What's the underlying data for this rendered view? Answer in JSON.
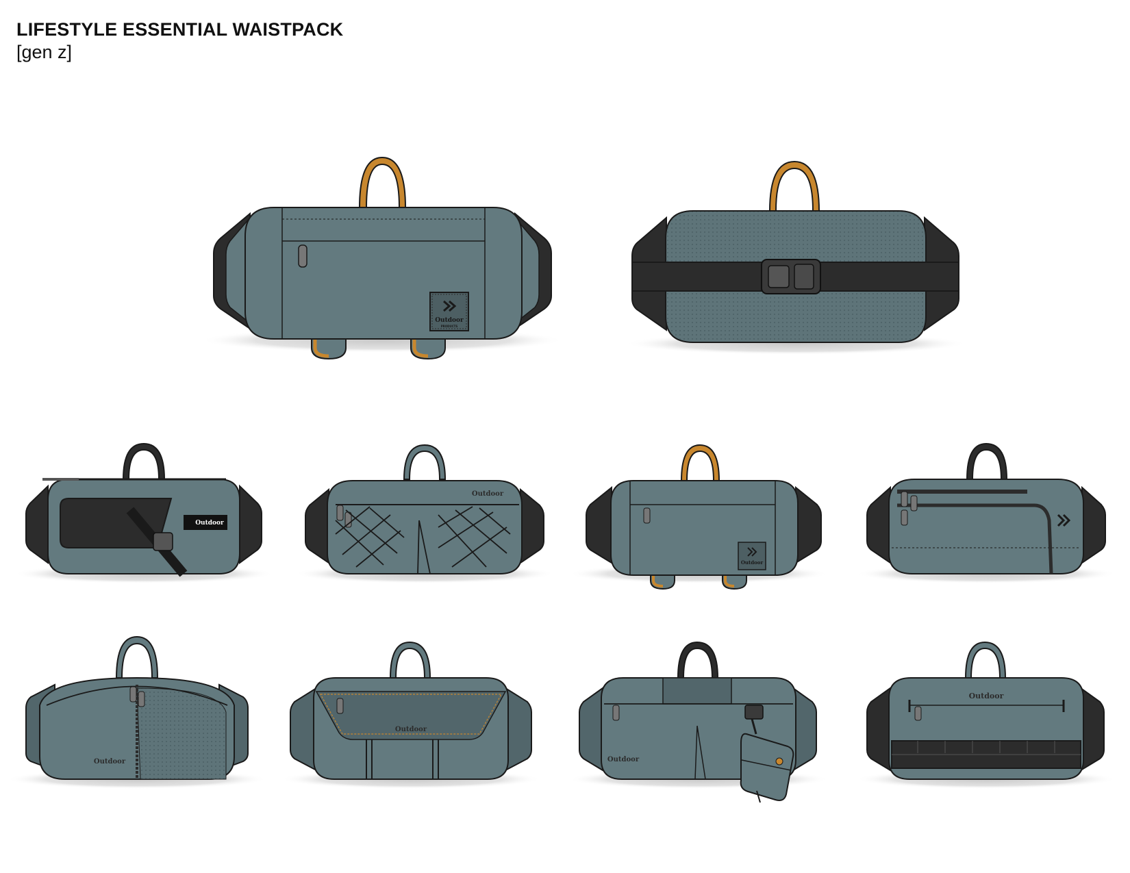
{
  "header": {
    "title": "LIFESTYLE ESSENTIAL WAISTPACK",
    "subtitle": "[gen z]"
  },
  "brand": {
    "logo_word": "Outdoor",
    "logo_sub": "PRODUCTS"
  },
  "colors": {
    "body": "#637a7f",
    "body_dark": "#52666b",
    "panel_dark": "#2c2c2c",
    "strap_orange": "#c8872e",
    "outline": "#1a1a1a",
    "shadow": "#d8d8d8"
  },
  "sketches": [
    {
      "id": "front-main",
      "handle": "orange"
    },
    {
      "id": "back-main",
      "handle": "orange"
    },
    {
      "id": "v1",
      "handle": "black"
    },
    {
      "id": "v2",
      "handle": "teal"
    },
    {
      "id": "v3",
      "handle": "orange"
    },
    {
      "id": "v4",
      "handle": "black"
    },
    {
      "id": "v5",
      "handle": "teal"
    },
    {
      "id": "v6",
      "handle": "teal"
    },
    {
      "id": "v7",
      "handle": "black"
    },
    {
      "id": "v8",
      "handle": "teal"
    }
  ]
}
